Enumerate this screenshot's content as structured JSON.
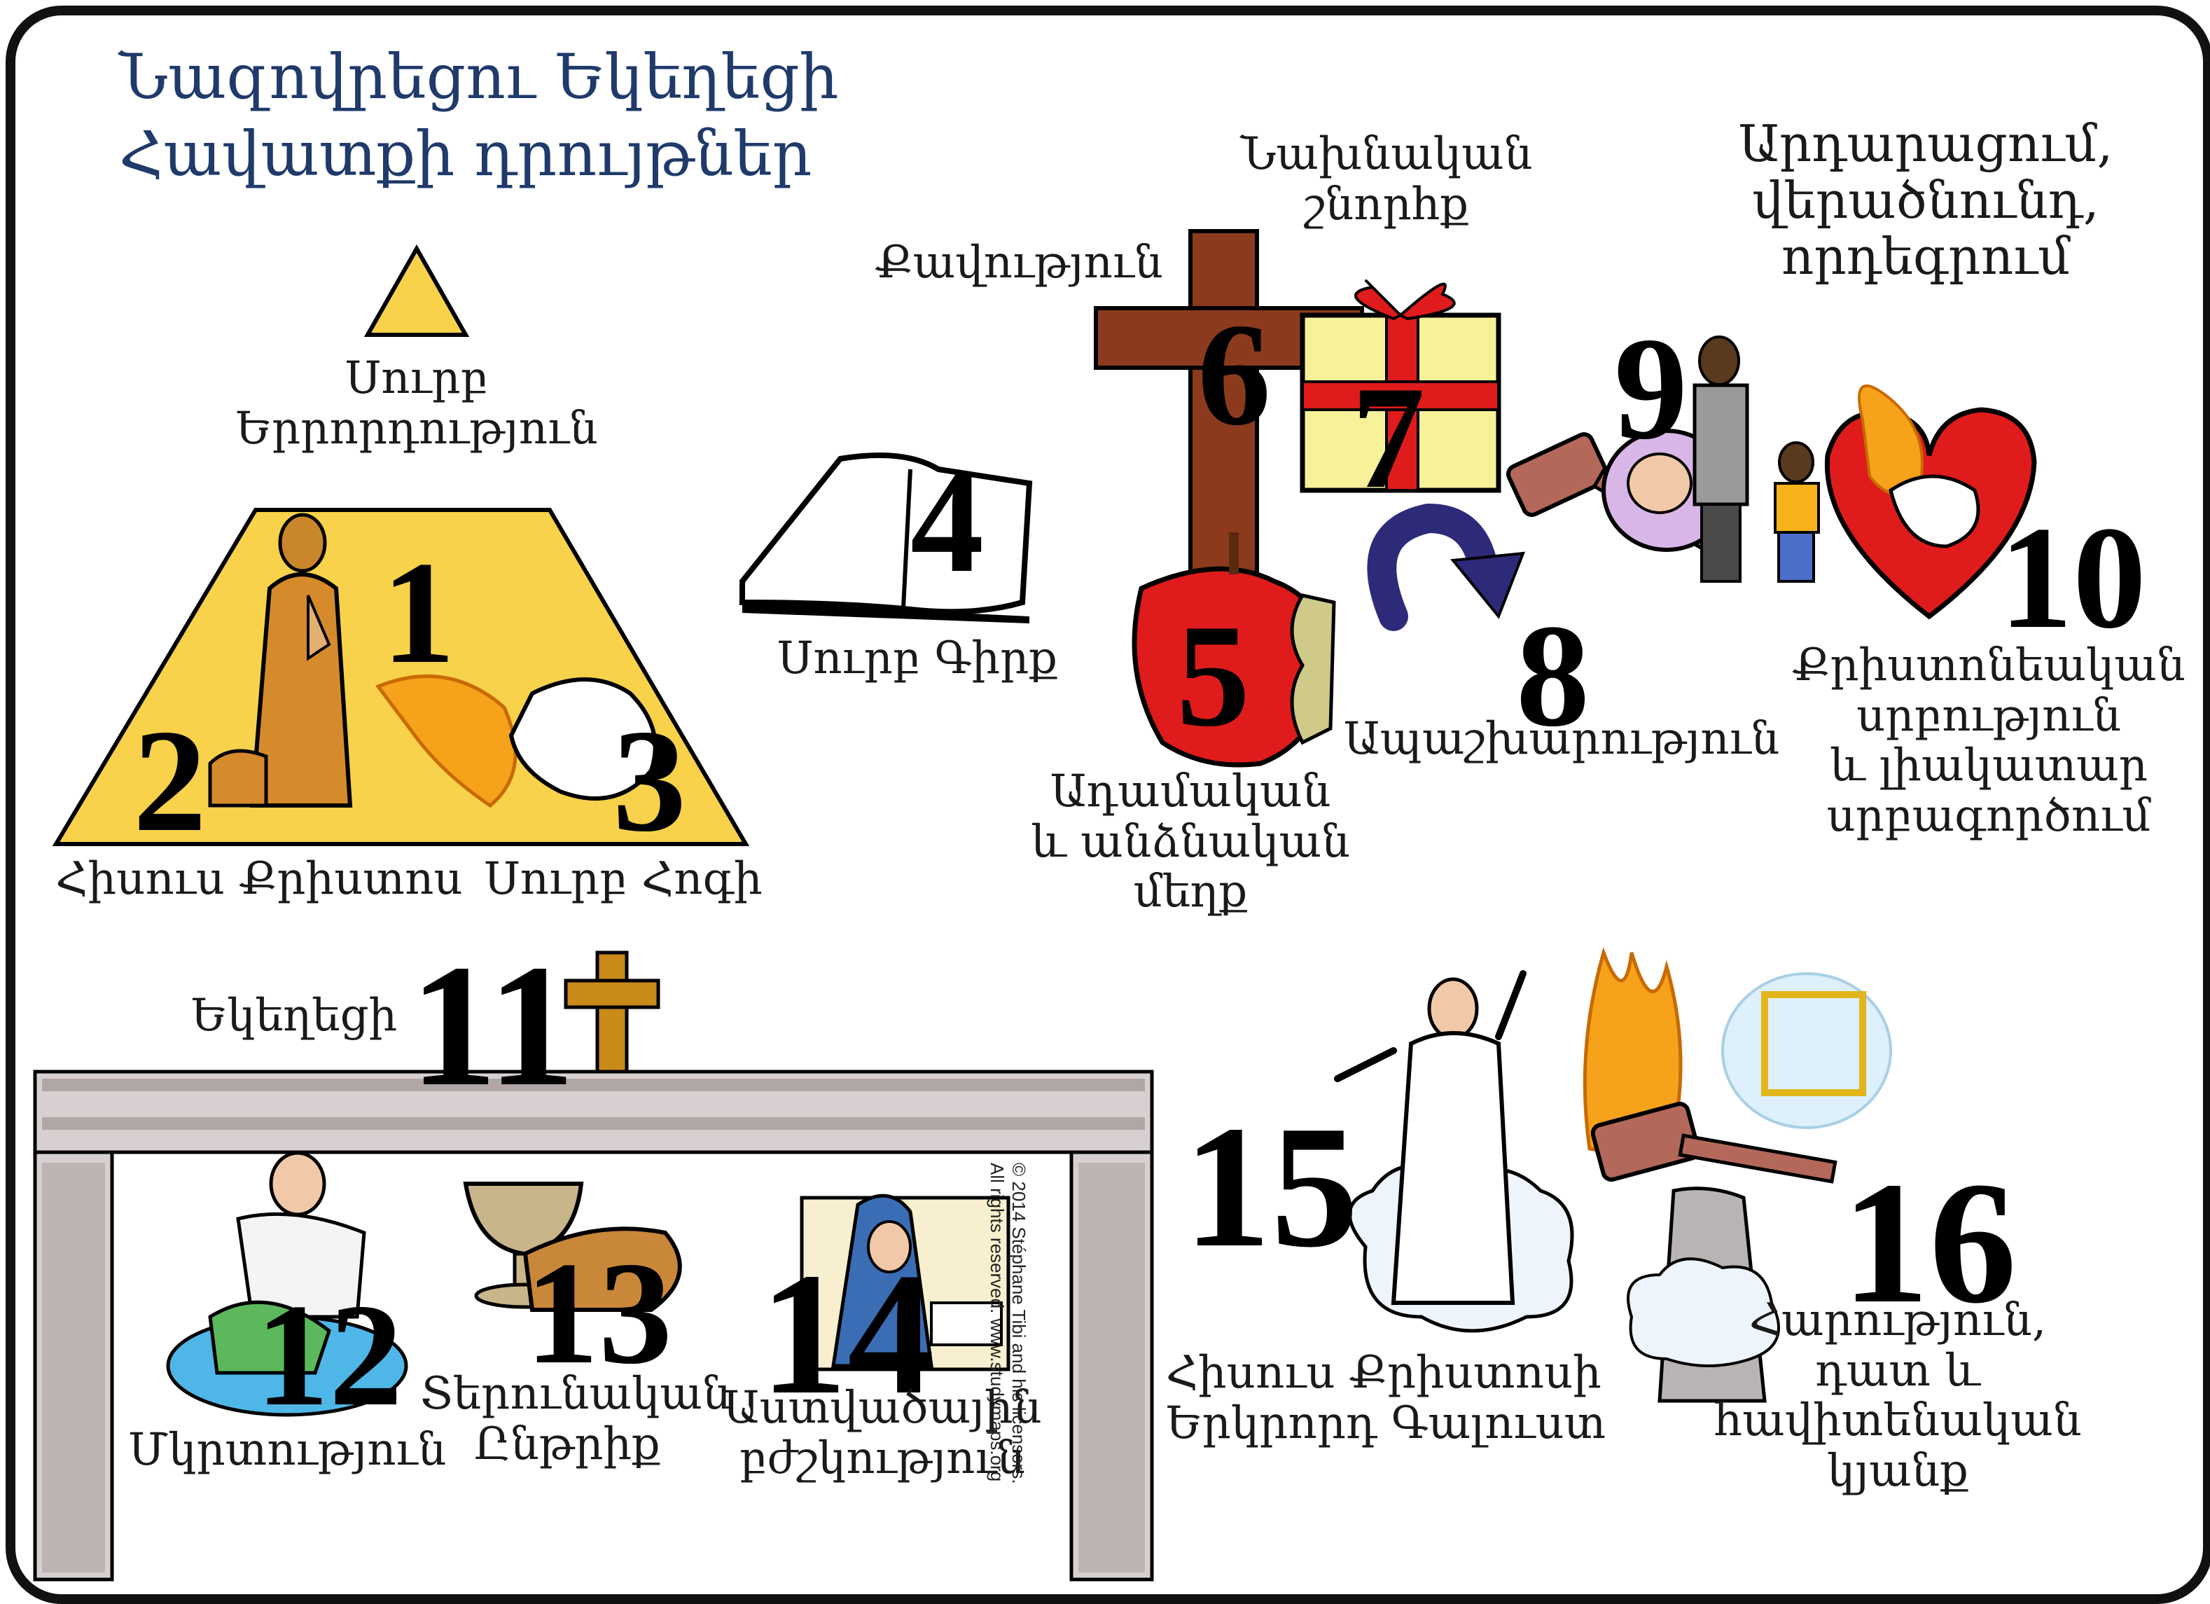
{
  "title": {
    "line1": "Նազովրեցու Եկեղեցի",
    "line2": "Հավատքի դրույթներ"
  },
  "items": [
    {
      "num": "1",
      "label": "Սուրբ Երրորդություն"
    },
    {
      "num": "2",
      "label": "Հիսուս Քրիստոս"
    },
    {
      "num": "3",
      "label": "Սուրբ Հոգի"
    },
    {
      "num": "4",
      "label": "Սուրբ Գիրք"
    },
    {
      "num": "5",
      "label": "Ադամական և անձնական մեղք"
    },
    {
      "num": "6",
      "label": "Քավություն"
    },
    {
      "num": "7",
      "label": "Նախնական շնորհք"
    },
    {
      "num": "8",
      "label": "Ապաշխարություն"
    },
    {
      "num": "9",
      "label": "Արդարացում, վերածնունդ, որդեգրում"
    },
    {
      "num": "10",
      "label": "Քրիստոնեական սրբություն և լիակատար սրբագործում"
    },
    {
      "num": "11",
      "label": "Եկեղեցի"
    },
    {
      "num": "12",
      "label": "Մկրտություն"
    },
    {
      "num": "13",
      "label": "Տերունական Ընթրիք"
    },
    {
      "num": "14",
      "label": "Աստվածային բժշկություն"
    },
    {
      "num": "15",
      "label": "Հիսուս Քրիստոսի Երկրորդ Գալուստ"
    },
    {
      "num": "16",
      "label": "Հարություն, դատ և հավիտենական կյանք"
    }
  ],
  "lines": {
    "l1a": "Սուրբ",
    "l1b": "Երրորդություն",
    "l7a": "Նախնական",
    "l7b": "շնորհք",
    "l9a": "Արդարացում,",
    "l9b": "վերածնունդ,",
    "l9c": "որդեգրում",
    "l5a": "Ադամական",
    "l5b": "և անձնական",
    "l5c": "մեղք",
    "l10a": "Քրիստոնեական",
    "l10b": "սրբություն",
    "l10c": "և լիակատար",
    "l10d": "սրբագործում",
    "l13a": "Տերունական",
    "l13b": "Ընթրիք",
    "l14a": "Աստվածային",
    "l14b": "բժշկություն",
    "l15a": "Հիսուս Քրիստոսի",
    "l15b": "Երկրորդ Գալուստ",
    "l16a": "Հարություն,",
    "l16b": "դատ և",
    "l16c": "հավիտենական",
    "l16d": "կյանք"
  },
  "copyright": {
    "line1": "© 2014 Stéphane Tibi and his licensors.",
    "line2": "All rights reserved. www.studymaps.org"
  },
  "colors": {
    "title": "#1f3a6b",
    "triangle": "#f7d24a",
    "cross": "#8b3a1e",
    "apple": "#e01b1b",
    "gift": "#f7f29a",
    "ribbon": "#e01b1b",
    "arrow": "#2e2a7a",
    "heart": "#e01b1b",
    "flame": "#f7a21b",
    "church_cross": "#c98a1a"
  }
}
